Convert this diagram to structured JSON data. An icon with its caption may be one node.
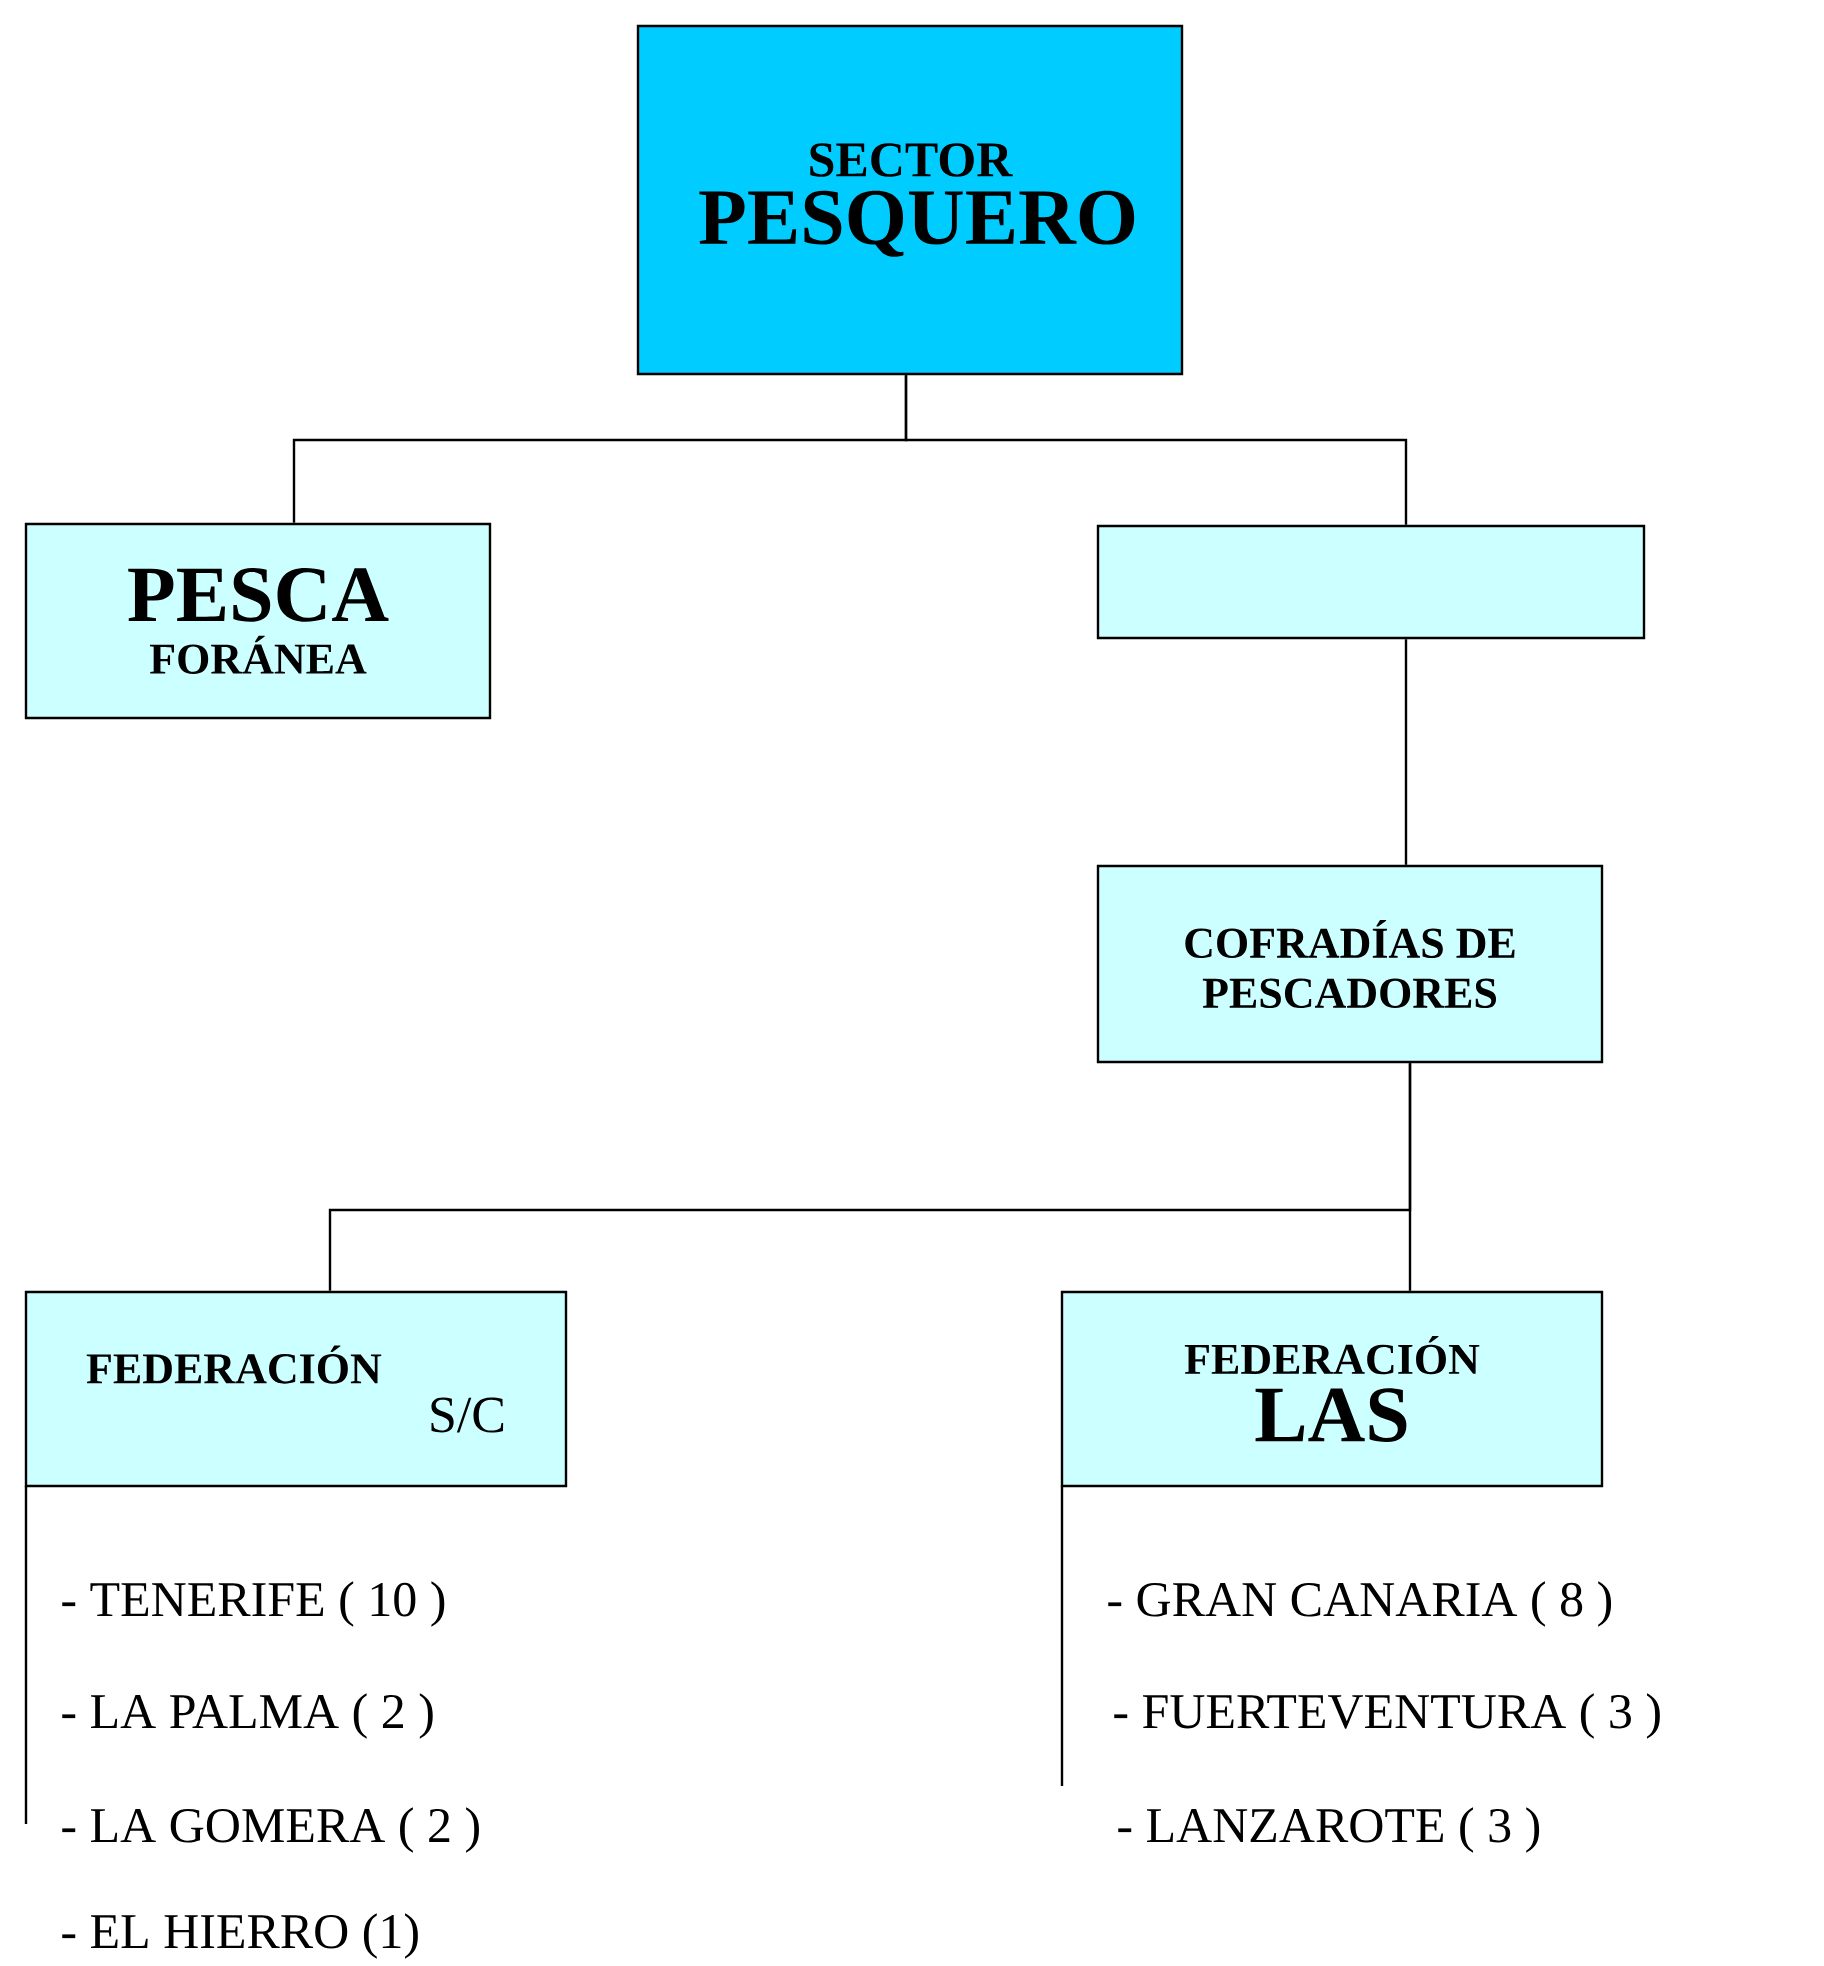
{
  "diagram": {
    "nodes": [
      {
        "text": [
          "SECTOR",
          "PESQUERO"
        ]
      },
      {
        "text": [
          "PESCA",
          "FORÁNEA"
        ]
      },
      {
        "text": [],
        "shape": "box"
      },
      {
        "text": [
          "COFRADÍAS DE PESCADORES"
        ]
      },
      {
        "text": [
          "FEDERACIÓN",
          "S/C"
        ]
      },
      {
        "text": [
          "FEDERACIÓN",
          "LAS"
        ]
      }
    ],
    "edges": [
      {
        "from": 0,
        "to": 1,
        "arrow": "none"
      },
      {
        "from": 0,
        "to": 2,
        "arrow": "none"
      },
      {
        "from": 2,
        "to": 3,
        "arrow": "none"
      },
      {
        "from": 3,
        "to": 4,
        "arrow": "none"
      },
      {
        "from": 3,
        "to": 5,
        "arrow": "none"
      }
    ],
    "labels": [
      "- TENERIFE ( 10 )",
      "- GRAN CANARIA ( 8 )",
      "- LA PALMA ( 2 )",
      "- FUERTEVENTURA ( 3 )",
      "- LA GOMERA ( 2 )",
      "- LANZAROTE ( 3 )",
      "- EL HIERRO  (1)"
    ]
  }
}
